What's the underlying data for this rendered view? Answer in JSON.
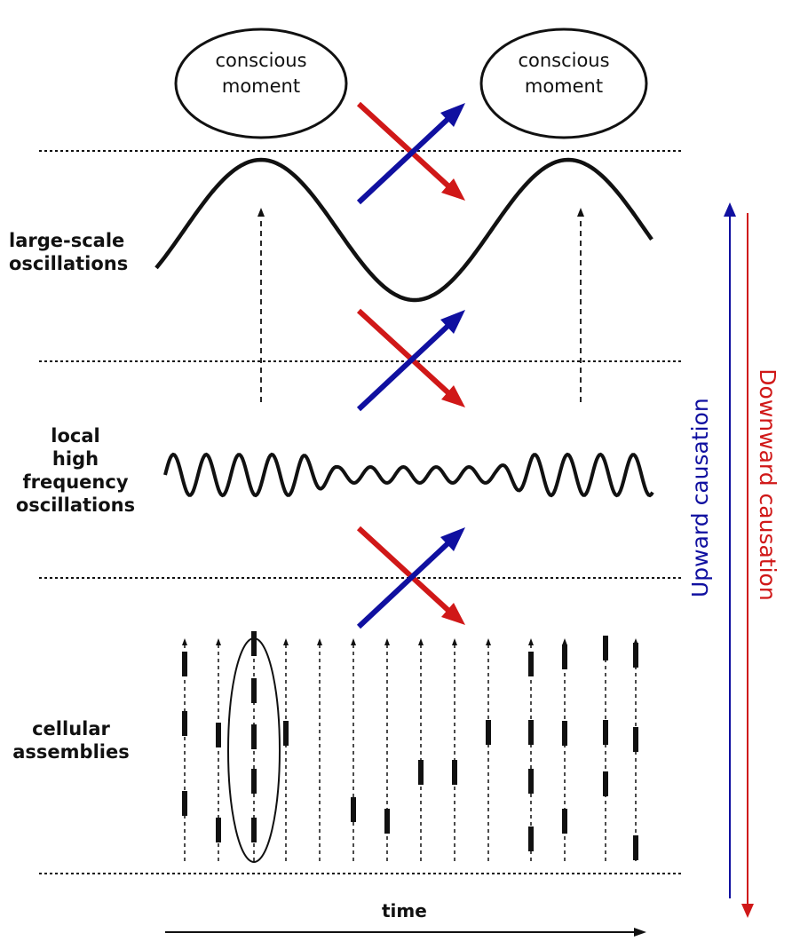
{
  "bubbles": [
    {
      "text": "conscious\nmoment"
    },
    {
      "text": "conscious\nmoment"
    }
  ],
  "labels": {
    "large_scale": "large-scale\noscillations",
    "local_high_freq": "local\nhigh\nfrequency\noscillations",
    "cellular": "cellular\nassemblies",
    "time": "time"
  },
  "causation": {
    "upward": "Upward causation",
    "downward": "Downward causation"
  },
  "colors": {
    "upward": "#1010a0",
    "downward": "#d01818",
    "ink": "#111111"
  }
}
